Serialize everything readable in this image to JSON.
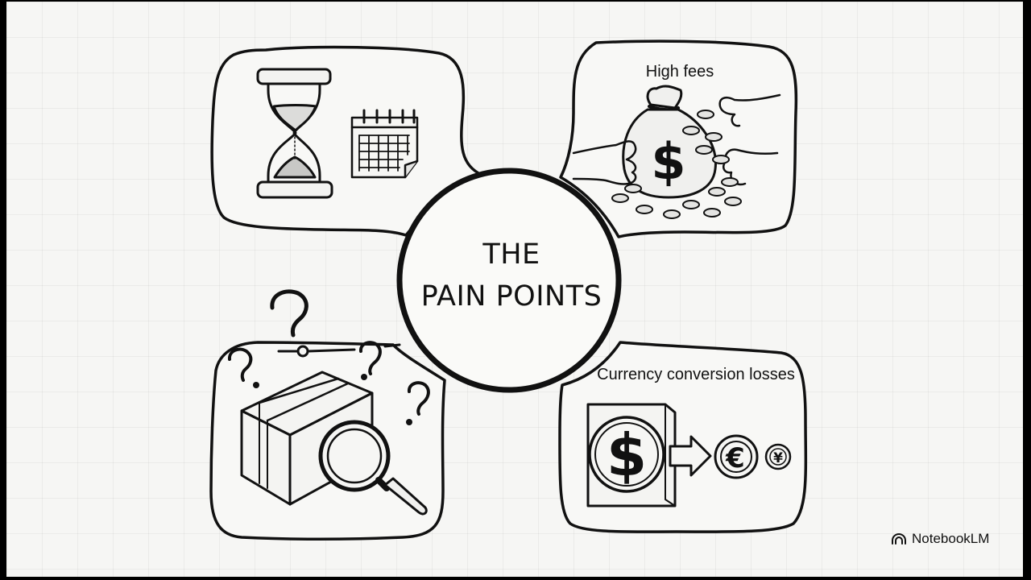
{
  "diagram": {
    "center": {
      "line1": "THE",
      "line2": "PAIN POINTS"
    },
    "panels": [
      {
        "id": "time",
        "label": "",
        "icons": [
          "hourglass-icon",
          "calendar-icon"
        ]
      },
      {
        "id": "fees",
        "label": "High fees",
        "icons": [
          "money-bag-icon",
          "coins-icon",
          "grabbing-hands-icon"
        ]
      },
      {
        "id": "visibility",
        "label": "",
        "icons": [
          "question-mark-icon",
          "box-icon",
          "magnifier-icon"
        ]
      },
      {
        "id": "currency",
        "label": "Currency conversion losses",
        "icons": [
          "dollar-coin-icon",
          "arrow-right-icon",
          "euro-coin-icon",
          "yen-coin-icon"
        ]
      }
    ]
  },
  "branding": {
    "name": "NotebookLM"
  },
  "colors": {
    "ink": "#111111",
    "background": "#f6f6f4"
  }
}
